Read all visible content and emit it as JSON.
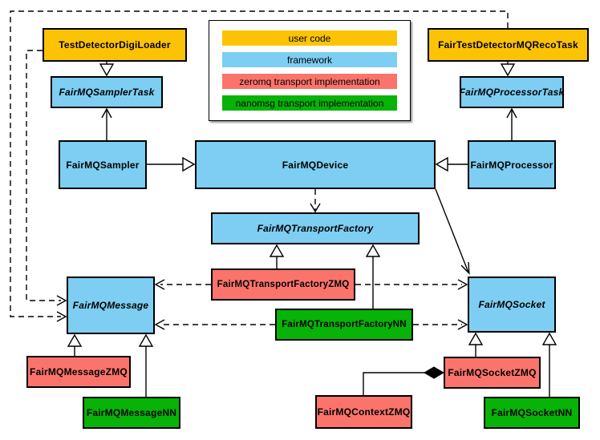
{
  "colors": {
    "user_code": "#FCC305",
    "framework": "#7DCEF2",
    "zeromq": "#FB746C",
    "nanomsg": "#07B307",
    "line": "#000000",
    "background": "#FFFFFF"
  },
  "legend": {
    "items": [
      {
        "label": "user code",
        "category": "user_code"
      },
      {
        "label": "framework",
        "category": "framework"
      },
      {
        "label": "zeromq transport implementation",
        "category": "zeromq"
      },
      {
        "label": "nanomsg transport implementation",
        "category": "nanomsg"
      }
    ]
  },
  "nodes": {
    "test_detector_digi_loader": {
      "label": "TestDetectorDigiLoader",
      "category": "user_code",
      "abstract": false
    },
    "fair_test_detector_mq_reco_task": {
      "label": "FairTestDetectorMQRecoTask",
      "category": "user_code",
      "abstract": false
    },
    "fair_mq_sampler_task": {
      "label": "FairMQSamplerTask",
      "category": "framework",
      "abstract": true
    },
    "fair_mq_processor_task": {
      "label": "FairMQProcessorTask",
      "category": "framework",
      "abstract": true
    },
    "fair_mq_sampler": {
      "label": "FairMQSampler",
      "category": "framework",
      "abstract": false
    },
    "fair_mq_device": {
      "label": "FairMQDevice",
      "category": "framework",
      "abstract": false
    },
    "fair_mq_processor": {
      "label": "FairMQProcessor",
      "category": "framework",
      "abstract": false
    },
    "fair_mq_transport_factory": {
      "label": "FairMQTransportFactory",
      "category": "framework",
      "abstract": true
    },
    "fair_mq_transport_factory_zmq": {
      "label": "FairMQTransportFactoryZMQ",
      "category": "zeromq",
      "abstract": false
    },
    "fair_mq_transport_factory_nn": {
      "label": "FairMQTransportFactoryNN",
      "category": "nanomsg",
      "abstract": false
    },
    "fair_mq_message": {
      "label": "FairMQMessage",
      "category": "framework",
      "abstract": true
    },
    "fair_mq_socket": {
      "label": "FairMQSocket",
      "category": "framework",
      "abstract": true
    },
    "fair_mq_message_zmq": {
      "label": "FairMQMessageZMQ",
      "category": "zeromq",
      "abstract": false
    },
    "fair_mq_message_nn": {
      "label": "FairMQMessageNN",
      "category": "nanomsg",
      "abstract": false
    },
    "fair_mq_context_zmq": {
      "label": "FairMQContextZMQ",
      "category": "zeromq",
      "abstract": false
    },
    "fair_mq_socket_zmq": {
      "label": "FairMQSocketZMQ",
      "category": "zeromq",
      "abstract": false
    },
    "fair_mq_socket_nn": {
      "label": "FairMQSocketNN",
      "category": "nanomsg",
      "abstract": false
    }
  },
  "relationships": [
    {
      "from": "TestDetectorDigiLoader",
      "to": "FairMQSamplerTask",
      "type": "inheritance"
    },
    {
      "from": "FairTestDetectorMQRecoTask",
      "to": "FairMQProcessorTask",
      "type": "inheritance"
    },
    {
      "from": "FairMQSampler",
      "to": "FairMQSamplerTask",
      "type": "association"
    },
    {
      "from": "FairMQProcessor",
      "to": "FairMQProcessorTask",
      "type": "association"
    },
    {
      "from": "FairMQSampler",
      "to": "FairMQDevice",
      "type": "inheritance"
    },
    {
      "from": "FairMQProcessor",
      "to": "FairMQDevice",
      "type": "inheritance"
    },
    {
      "from": "FairMQDevice",
      "to": "FairMQTransportFactory",
      "type": "dependency"
    },
    {
      "from": "FairMQDevice",
      "to": "FairMQSocket",
      "type": "association"
    },
    {
      "from": "FairMQTransportFactoryZMQ",
      "to": "FairMQTransportFactory",
      "type": "inheritance"
    },
    {
      "from": "FairMQTransportFactoryNN",
      "to": "FairMQTransportFactory",
      "type": "inheritance"
    },
    {
      "from": "FairMQTransportFactoryZMQ",
      "to": "FairMQMessage",
      "type": "dependency"
    },
    {
      "from": "FairMQTransportFactoryZMQ",
      "to": "FairMQSocket",
      "type": "dependency"
    },
    {
      "from": "FairMQTransportFactoryNN",
      "to": "FairMQMessage",
      "type": "dependency"
    },
    {
      "from": "FairMQTransportFactoryNN",
      "to": "FairMQSocket",
      "type": "dependency"
    },
    {
      "from": "TestDetectorDigiLoader",
      "to": "FairMQMessage",
      "type": "dependency"
    },
    {
      "from": "FairTestDetectorMQRecoTask",
      "to": "FairMQMessage",
      "type": "dependency"
    },
    {
      "from": "FairMQMessageZMQ",
      "to": "FairMQMessage",
      "type": "inheritance"
    },
    {
      "from": "FairMQMessageNN",
      "to": "FairMQMessage",
      "type": "inheritance"
    },
    {
      "from": "FairMQSocketZMQ",
      "to": "FairMQSocket",
      "type": "inheritance"
    },
    {
      "from": "FairMQSocketNN",
      "to": "FairMQSocket",
      "type": "inheritance"
    },
    {
      "from": "FairMQSocketZMQ",
      "to": "FairMQContextZMQ",
      "type": "composition"
    }
  ]
}
